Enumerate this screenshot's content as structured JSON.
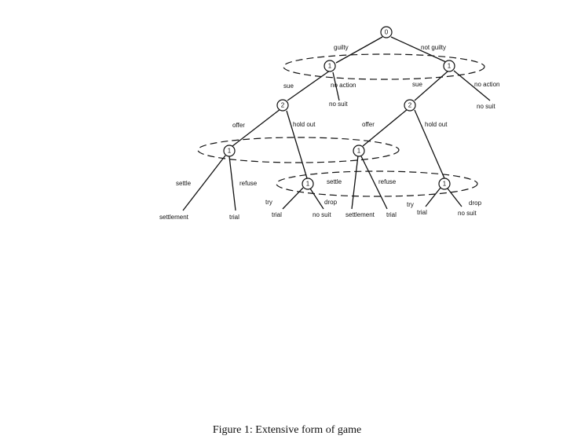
{
  "figure": {
    "caption": "Figure 1: Extensive form of game"
  },
  "nodes": [
    {
      "id": "root",
      "label": "0"
    },
    {
      "id": "p1-guilty",
      "label": "1"
    },
    {
      "id": "p1-notguilty",
      "label": "1"
    },
    {
      "id": "p2-guilty",
      "label": "2"
    },
    {
      "id": "p2-notguilty",
      "label": "2"
    },
    {
      "id": "p1-offer-guilty",
      "label": "1"
    },
    {
      "id": "p1-holdout-guilty",
      "label": "1"
    },
    {
      "id": "p1-offer-notguilty",
      "label": "1"
    },
    {
      "id": "p1-holdout-notguilty",
      "label": "1"
    }
  ],
  "edge_labels": [
    {
      "id": "guilty",
      "text": "guilty"
    },
    {
      "id": "not-guilty",
      "text": "not guilty"
    },
    {
      "id": "sue-left",
      "text": "sue"
    },
    {
      "id": "no-action-left",
      "text": "no action"
    },
    {
      "id": "sue-right",
      "text": "sue"
    },
    {
      "id": "no-action-right",
      "text": "no action"
    },
    {
      "id": "offer-left",
      "text": "offer"
    },
    {
      "id": "hold-out-left",
      "text": "hold out"
    },
    {
      "id": "offer-right",
      "text": "offer"
    },
    {
      "id": "hold-out-right",
      "text": "hold out"
    },
    {
      "id": "settle-left",
      "text": "settle"
    },
    {
      "id": "refuse-left",
      "text": "refuse"
    },
    {
      "id": "try-left",
      "text": "try"
    },
    {
      "id": "drop-left",
      "text": "drop"
    },
    {
      "id": "settle-right",
      "text": "settle"
    },
    {
      "id": "refuse-right",
      "text": "refuse"
    },
    {
      "id": "try-right",
      "text": "try"
    },
    {
      "id": "drop-right",
      "text": "drop"
    }
  ],
  "outcomes": [
    {
      "id": "no-suit-left",
      "text": "no suit"
    },
    {
      "id": "no-suit-right",
      "text": "no suit"
    },
    {
      "id": "settlement-1",
      "text": "settlement"
    },
    {
      "id": "trial-1",
      "text": "trial"
    },
    {
      "id": "trial-2",
      "text": "trial"
    },
    {
      "id": "no-suit-3",
      "text": "no suit"
    },
    {
      "id": "settlement-2",
      "text": "settlement"
    },
    {
      "id": "trial-3",
      "text": "trial"
    },
    {
      "id": "trial-4",
      "text": "trial"
    },
    {
      "id": "no-suit-4",
      "text": "no suit"
    }
  ]
}
